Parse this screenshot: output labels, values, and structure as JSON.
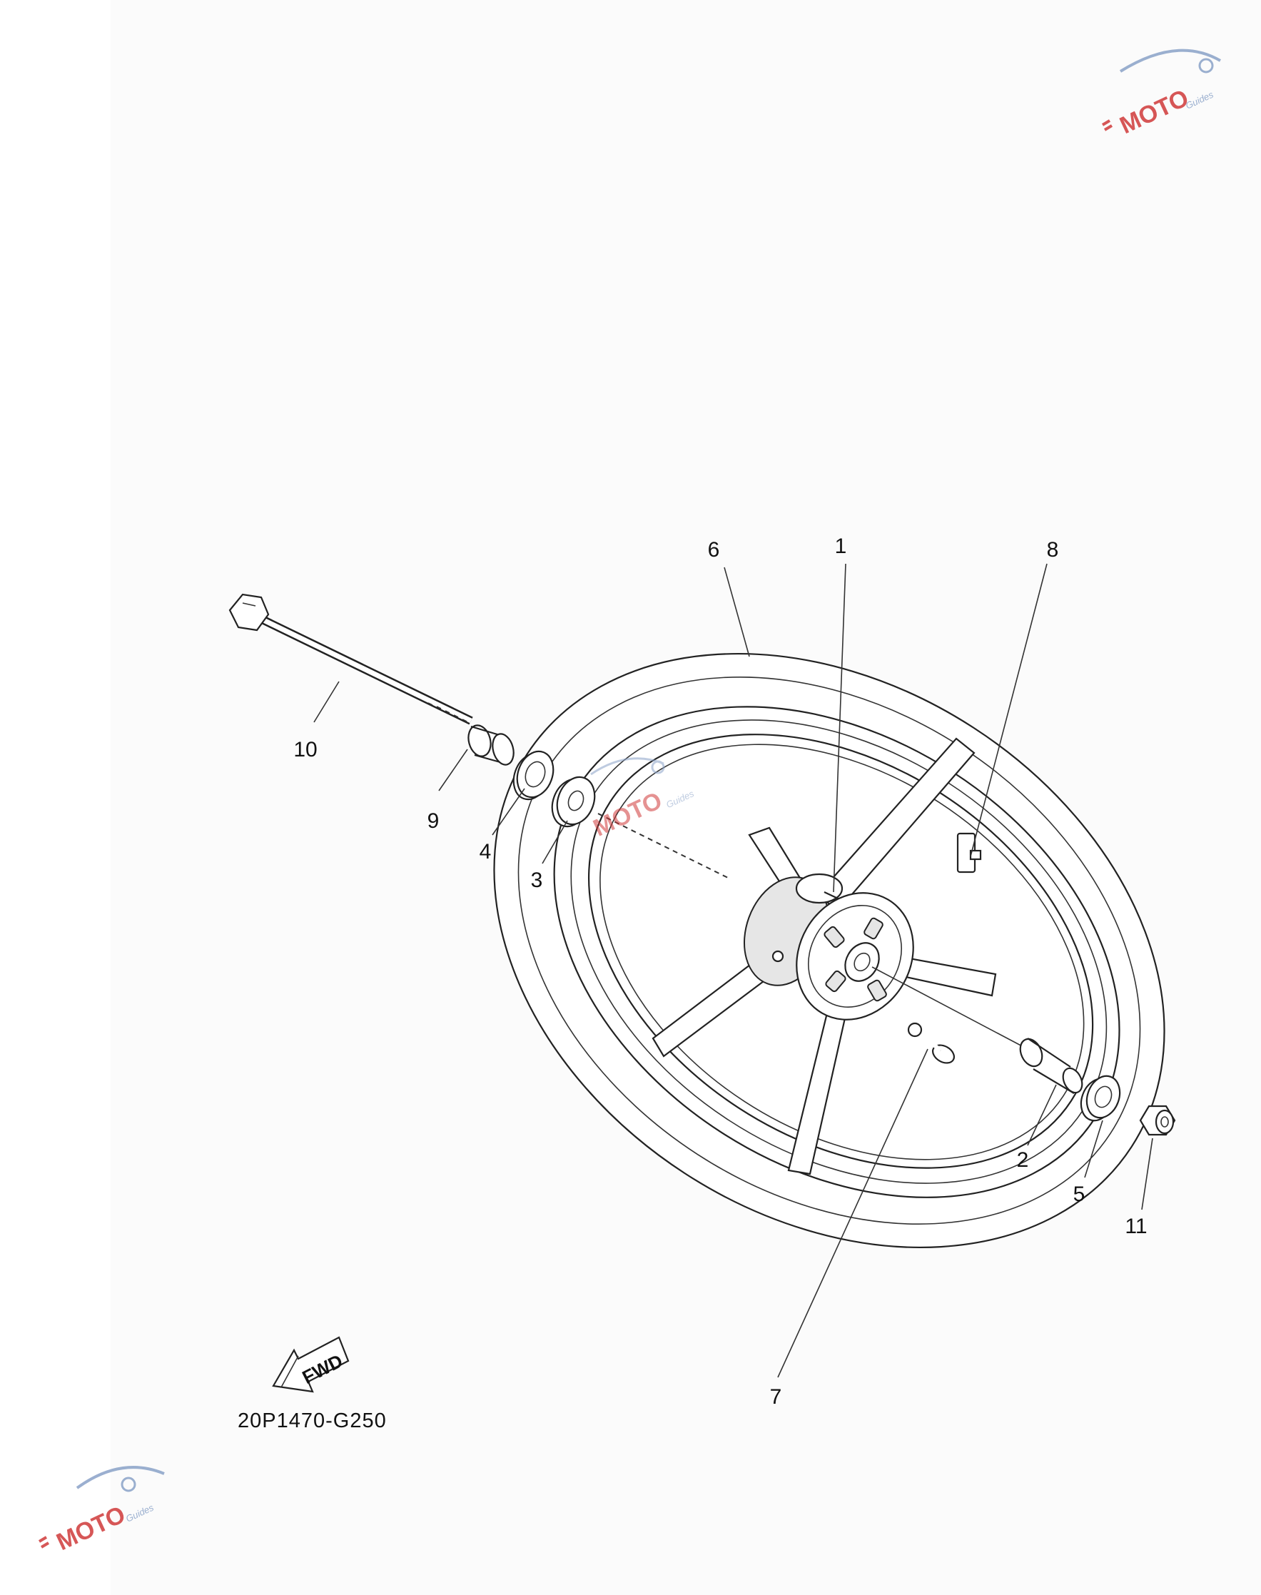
{
  "diagram": {
    "part_code": "20P1470-G250",
    "fwd_label": "FWD",
    "callouts": {
      "c1": "1",
      "c2": "2",
      "c3": "3",
      "c4": "4",
      "c5": "5",
      "c6": "6",
      "c7": "7",
      "c8": "8",
      "c9": "9",
      "c10": "10",
      "c11": "11"
    }
  },
  "watermark": {
    "brand_letters": "MOTO",
    "brand_sub": "Guides",
    "colors": {
      "red": "#d03a3a",
      "blue": "#8aa2c8"
    }
  }
}
